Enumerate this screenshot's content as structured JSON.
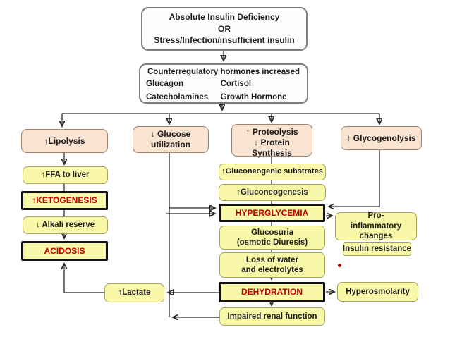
{
  "diagram_title": "Pathophysiology of diabetic ketoacidosis flowchart",
  "colors": {
    "peach_fill": "#f9e3d1",
    "yellow_fill": "#f9f7a8",
    "critical_border": "#121212",
    "critical_text_red": "#c00000",
    "line_color": "#2a2a2a",
    "white_box_border": "#7f7f7f"
  },
  "nodes": {
    "insulin_deficiency": {
      "lines": [
        "Absolute Insulin Deficiency",
        "OR",
        "Stress/Infection/insufficient insulin"
      ]
    },
    "counterregulatory": {
      "title": "Counterregulatory hormones increased",
      "rows": [
        [
          "Glucagon",
          "Cortisol"
        ],
        [
          "Catecholamines",
          "Growth Hormone"
        ]
      ]
    },
    "lipolysis": {
      "label": "↑Lipolysis"
    },
    "glucose_utilization": {
      "label": "↓ Glucose utilization"
    },
    "proteolysis": {
      "lines": [
        "↑ Proteolysis",
        "↓ Protein Synthesis"
      ]
    },
    "glycogenolysis": {
      "label": "↑ Glycogenolysis"
    },
    "ffa_to_liver": {
      "label": "↑FFA to liver"
    },
    "ketogenesis": {
      "label": "↑KETOGENESIS"
    },
    "alkali_reserve": {
      "label": "↓ Alkali reserve"
    },
    "acidosis": {
      "label": "ACIDOSIS"
    },
    "gluconeogenic_substrates": {
      "label": "↑Gluconeogenic substrates"
    },
    "gluconeogenesis": {
      "label": "↑Gluconeogenesis"
    },
    "hyperglycemia": {
      "label": "HYPERGLYCEMIA"
    },
    "glucosuria": {
      "label": "Glucosuria (osmotic Diuresis)"
    },
    "loss_of_water": {
      "label": "Loss of water and electrolytes"
    },
    "dehydration": {
      "label": "DEHYDRATION"
    },
    "impaired_renal": {
      "label": "Impaired renal function"
    },
    "pro_inflammatory": {
      "label": "Pro-inflammatory changes"
    },
    "insulin_resistance": {
      "label": "Insulin resistance"
    },
    "hyperosmolarity": {
      "label": "Hyperosmolarity"
    },
    "lactate": {
      "label": "↑Lactate"
    }
  }
}
